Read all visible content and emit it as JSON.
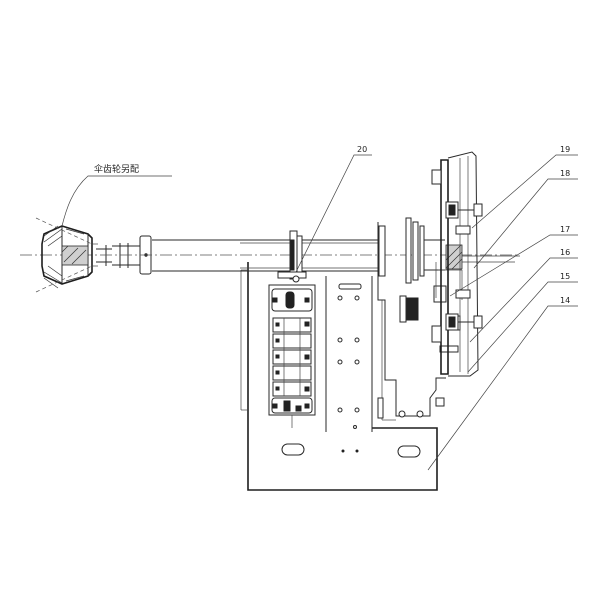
{
  "labels": {
    "bevel_gear": "伞齿轮另配",
    "n20": "20",
    "n19": "19",
    "n18": "18",
    "n17": "17",
    "n16": "16",
    "n15": "15",
    "n14": "14"
  }
}
